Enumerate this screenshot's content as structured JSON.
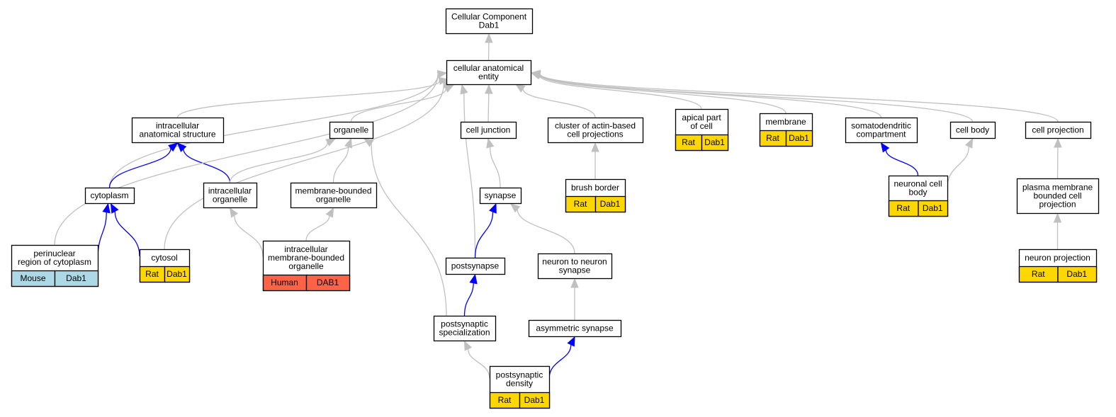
{
  "colors": {
    "is_a_edge": "#c0c0c0",
    "part_of_edge": "#0000ff",
    "rat_fill": "#ffd700",
    "mouse_fill": "#add8e6",
    "human_fill": "#ff6347",
    "node_border": "#000000"
  },
  "nodes": [
    {
      "id": "root",
      "lines": [
        "Cellular Component",
        "Dab1"
      ]
    },
    {
      "id": "cae",
      "lines": [
        "cellular anatomical",
        "entity"
      ]
    },
    {
      "id": "ias",
      "lines": [
        "intracellular",
        "anatomical structure"
      ]
    },
    {
      "id": "organelle",
      "lines": [
        "organelle"
      ]
    },
    {
      "id": "celljunction",
      "lines": [
        "cell junction"
      ]
    },
    {
      "id": "cluster",
      "lines": [
        "cluster of actin-based",
        "cell projections"
      ]
    },
    {
      "id": "apical",
      "lines": [
        "apical part",
        "of cell"
      ],
      "annot": [
        {
          "species": "Rat",
          "gene": "Dab1",
          "fill": "rat"
        }
      ]
    },
    {
      "id": "membrane",
      "lines": [
        "membrane"
      ],
      "annot": [
        {
          "species": "Rat",
          "gene": "Dab1",
          "fill": "rat"
        }
      ]
    },
    {
      "id": "somato",
      "lines": [
        "somatodendritic",
        "compartment"
      ]
    },
    {
      "id": "cellbody",
      "lines": [
        "cell body"
      ]
    },
    {
      "id": "cellproj",
      "lines": [
        "cell projection"
      ]
    },
    {
      "id": "cytoplasm",
      "lines": [
        "cytoplasm"
      ]
    },
    {
      "id": "intorg",
      "lines": [
        "intracellular",
        "organelle"
      ]
    },
    {
      "id": "mbo",
      "lines": [
        "membrane-bounded",
        "organelle"
      ]
    },
    {
      "id": "synapse",
      "lines": [
        "synapse"
      ]
    },
    {
      "id": "brush",
      "lines": [
        "brush border"
      ],
      "annot": [
        {
          "species": "Rat",
          "gene": "Dab1",
          "fill": "rat"
        }
      ]
    },
    {
      "id": "ncb",
      "lines": [
        "neuronal cell",
        "body"
      ],
      "annot": [
        {
          "species": "Rat",
          "gene": "Dab1",
          "fill": "rat"
        }
      ]
    },
    {
      "id": "pmbcp",
      "lines": [
        "plasma membrane",
        "bounded cell",
        "projection"
      ]
    },
    {
      "id": "perinuc",
      "lines": [
        "perinuclear",
        "region of cytoplasm"
      ],
      "annot": [
        {
          "species": "Mouse",
          "gene": "Dab1",
          "fill": "mouse"
        }
      ]
    },
    {
      "id": "cytosol",
      "lines": [
        "cytosol"
      ],
      "annot": [
        {
          "species": "Rat",
          "gene": "Dab1",
          "fill": "rat"
        }
      ]
    },
    {
      "id": "imbo",
      "lines": [
        "intracellular",
        "membrane-bounded",
        "organelle"
      ],
      "annot": [
        {
          "species": "Human",
          "gene": "DAB1",
          "fill": "human"
        }
      ]
    },
    {
      "id": "postsyn",
      "lines": [
        "postsynapse"
      ]
    },
    {
      "id": "n2n",
      "lines": [
        "neuron to neuron",
        "synapse"
      ]
    },
    {
      "id": "nproj",
      "lines": [
        "neuron projection"
      ],
      "annot": [
        {
          "species": "Rat",
          "gene": "Dab1",
          "fill": "rat"
        }
      ]
    },
    {
      "id": "pss",
      "lines": [
        "postsynaptic",
        "specialization"
      ]
    },
    {
      "id": "asym",
      "lines": [
        "asymmetric synapse"
      ]
    },
    {
      "id": "psd",
      "lines": [
        "postsynaptic",
        "density"
      ],
      "annot": [
        {
          "species": "Rat",
          "gene": "Dab1",
          "fill": "rat"
        }
      ]
    }
  ],
  "edges": [
    {
      "from": "cae",
      "to": "root",
      "type": "is_a"
    },
    {
      "from": "ias",
      "to": "cae",
      "type": "is_a"
    },
    {
      "from": "organelle",
      "to": "cae",
      "type": "is_a"
    },
    {
      "from": "celljunction",
      "to": "cae",
      "type": "is_a"
    },
    {
      "from": "cluster",
      "to": "cae",
      "type": "is_a"
    },
    {
      "from": "apical",
      "to": "cae",
      "type": "is_a"
    },
    {
      "from": "membrane",
      "to": "cae",
      "type": "is_a"
    },
    {
      "from": "somato",
      "to": "cae",
      "type": "is_a"
    },
    {
      "from": "cellbody",
      "to": "cae",
      "type": "is_a"
    },
    {
      "from": "cellproj",
      "to": "cae",
      "type": "is_a"
    },
    {
      "from": "cytoplasm",
      "to": "cae",
      "type": "is_a"
    },
    {
      "from": "cytoplasm",
      "to": "ias",
      "type": "part_of"
    },
    {
      "from": "intorg",
      "to": "ias",
      "type": "part_of"
    },
    {
      "from": "intorg",
      "to": "organelle",
      "type": "is_a"
    },
    {
      "from": "mbo",
      "to": "organelle",
      "type": "is_a"
    },
    {
      "from": "synapse",
      "to": "celljunction",
      "type": "is_a"
    },
    {
      "from": "brush",
      "to": "cluster",
      "type": "is_a"
    },
    {
      "from": "ncb",
      "to": "somato",
      "type": "part_of"
    },
    {
      "from": "ncb",
      "to": "cellbody",
      "type": "is_a"
    },
    {
      "from": "pmbcp",
      "to": "cellproj",
      "type": "is_a"
    },
    {
      "from": "perinuc",
      "to": "cae",
      "type": "is_a"
    },
    {
      "from": "perinuc",
      "to": "cytoplasm",
      "type": "part_of"
    },
    {
      "from": "cytosol",
      "to": "cae",
      "type": "is_a"
    },
    {
      "from": "cytosol",
      "to": "cytoplasm",
      "type": "part_of"
    },
    {
      "from": "imbo",
      "to": "intorg",
      "type": "is_a"
    },
    {
      "from": "imbo",
      "to": "mbo",
      "type": "is_a"
    },
    {
      "from": "postsyn",
      "to": "cae",
      "type": "is_a"
    },
    {
      "from": "postsyn",
      "to": "synapse",
      "type": "part_of"
    },
    {
      "from": "n2n",
      "to": "synapse",
      "type": "is_a"
    },
    {
      "from": "nproj",
      "to": "pmbcp",
      "type": "is_a"
    },
    {
      "from": "pss",
      "to": "organelle",
      "type": "is_a"
    },
    {
      "from": "pss",
      "to": "postsyn",
      "type": "part_of"
    },
    {
      "from": "asym",
      "to": "n2n",
      "type": "is_a"
    },
    {
      "from": "psd",
      "to": "pss",
      "type": "is_a"
    },
    {
      "from": "psd",
      "to": "asym",
      "type": "part_of"
    }
  ]
}
